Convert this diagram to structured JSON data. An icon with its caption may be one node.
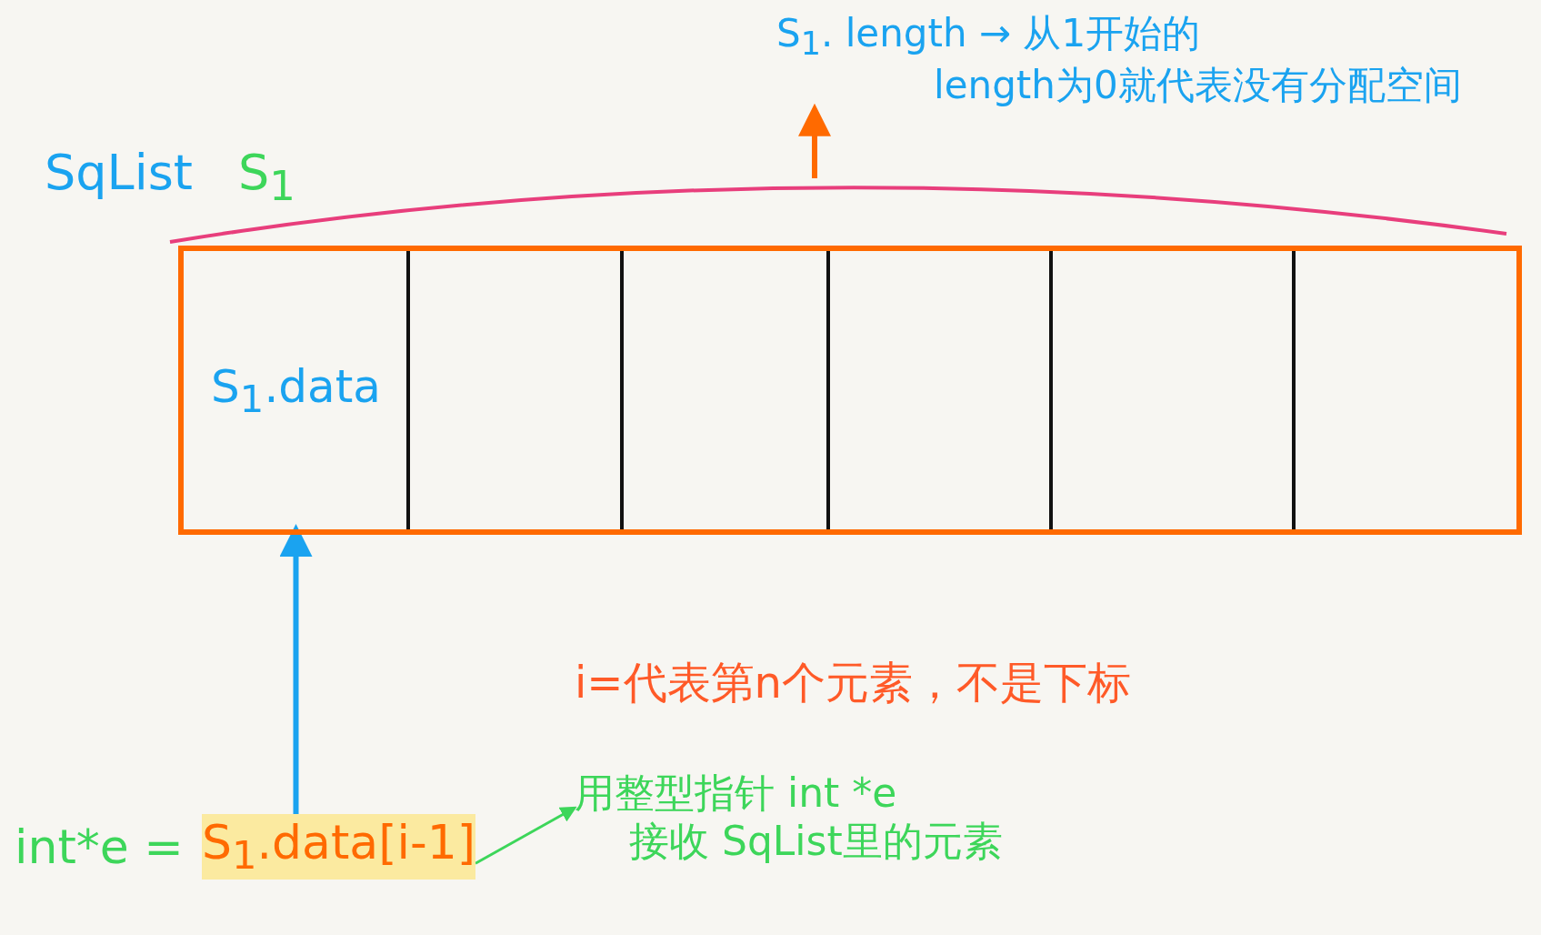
{
  "diagram": {
    "nodes": [
      {
        "text": [],
        "shape": "box"
      },
      {
        "text": [
          "S$_{1}$.data"
        ],
        "in": 0
      },
      {
        "text": [],
        "shape": "box",
        "in": 0
      },
      {
        "text": [],
        "shape": "box",
        "in": 0
      },
      {
        "text": [],
        "shape": "box",
        "in": 0
      },
      {
        "text": [],
        "shape": "box",
        "in": 0
      },
      {
        "text": [],
        "shape": "box",
        "in": 0
      },
      {
        "text": [
          "S$_{1}$. length → 从1开始的",
          "length为0就代表没有分配空间"
        ]
      },
      {
        "text": [
          "int*e =",
          "S$_{1}$.data[i-1]"
        ]
      },
      {
        "text": [
          "用整型指针 int *e",
          "接收 SqList里的元素"
        ]
      }
    ],
    "edges": [
      {
        "from": 0,
        "to": 7,
        "arrow": "to",
        "color": "#ff6a00"
      },
      {
        "from": 8,
        "to": 1,
        "arrow": "to",
        "color": "#1aa3f0"
      },
      {
        "from": 8,
        "to": 9,
        "arrow": "to",
        "color": "#3dd65a"
      }
    ],
    "labels": [
      "SqList",
      "S$_{1}$",
      "i=代表第n个元素，不是下标"
    ]
  }
}
